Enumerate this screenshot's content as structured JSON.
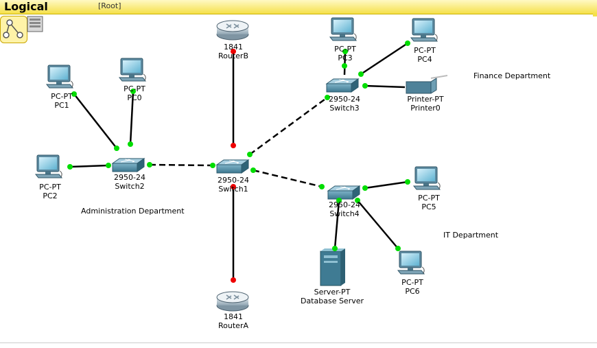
{
  "header": {
    "mode_title": "Logical",
    "path_label": "[Root]"
  },
  "icons": {
    "logical_view": "logical-topology-icon",
    "navigation": "cluster-navigation-icon"
  },
  "colors": {
    "link_up": "#00dd00",
    "link_down": "#ee0000",
    "cable": "#000000",
    "toolbar": "#f5e04a"
  },
  "devices": {
    "routerB": {
      "model": "1841",
      "name": "RouterB"
    },
    "routerA": {
      "model": "1841",
      "name": "RouterA"
    },
    "switch1": {
      "model": "2950-24",
      "name": "Switch1"
    },
    "switch2": {
      "model": "2950-24",
      "name": "Switch2"
    },
    "switch3": {
      "model": "2950-24",
      "name": "Switch3"
    },
    "switch4": {
      "model": "2950-24",
      "name": "Switch4"
    },
    "pc0": {
      "model": "PC-PT",
      "name": "PC0"
    },
    "pc1": {
      "model": "PC-PT",
      "name": "PC1"
    },
    "pc2": {
      "model": "PC-PT",
      "name": "PC2"
    },
    "pc3": {
      "model": "PC-PT",
      "name": "PC3"
    },
    "pc4": {
      "model": "PC-PT",
      "name": "PC4"
    },
    "pc5": {
      "model": "PC-PT",
      "name": "PC5"
    },
    "pc6": {
      "model": "PC-PT",
      "name": "PC6"
    },
    "printer0": {
      "model": "Printer-PT",
      "name": "Printer0"
    },
    "server": {
      "model": "Server-PT",
      "name": "Database Server"
    }
  },
  "areas": {
    "finance": "Finance Department",
    "administration": "Administration Department",
    "it": "IT Department"
  }
}
